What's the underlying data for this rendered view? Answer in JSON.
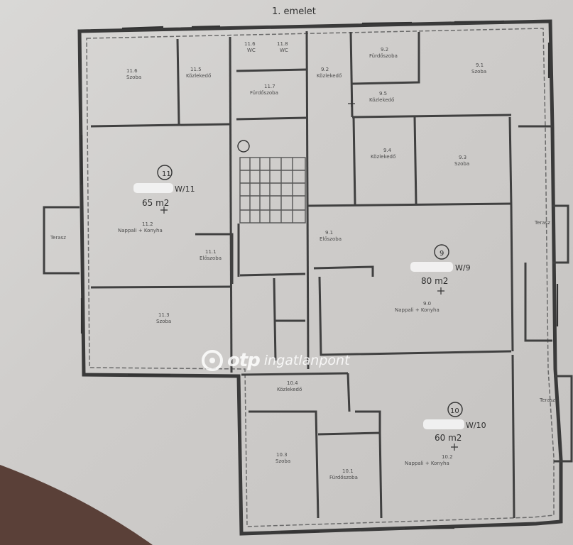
{
  "header": {
    "floor_title": "1. emelet"
  },
  "units": [
    {
      "number": "11",
      "code": "W/11",
      "area": "65 m2"
    },
    {
      "number": "9",
      "code": "W/9",
      "area": "80 m2"
    },
    {
      "number": "10",
      "code": "W/10",
      "area": "60 m2"
    }
  ],
  "rooms": [
    {
      "id": "11.6",
      "name": "Szoba"
    },
    {
      "id": "11.5",
      "name": "Közlekedő"
    },
    {
      "id": "11.6",
      "name": "WC"
    },
    {
      "id": "11.8",
      "name": "WC"
    },
    {
      "id": "11.7",
      "name": "Fürdőszoba"
    },
    {
      "id": "9.2",
      "name": "Közlekedő"
    },
    {
      "id": "9.2",
      "name": "Fürdőszoba"
    },
    {
      "id": "9.1",
      "name": "Szoba"
    },
    {
      "id": "9.5",
      "name": "Közlekedő"
    },
    {
      "id": "9.4",
      "name": "Közlekedő"
    },
    {
      "id": "9.3",
      "name": "Szoba"
    },
    {
      "id": "11.2",
      "name": "Nappali + Konyha"
    },
    {
      "id": "11.1",
      "name": "Előszoba"
    },
    {
      "id": "9.1",
      "name": "Előszoba"
    },
    {
      "id": "9.0",
      "name": "Nappali + Konyha"
    },
    {
      "id": "11.3",
      "name": "Szoba"
    },
    {
      "id": "10.4",
      "name": "Közlekedő"
    },
    {
      "id": "10.3",
      "name": "Szoba"
    },
    {
      "id": "10.1",
      "name": "Fürdőszoba"
    },
    {
      "id": "10.2",
      "name": "Nappali + Konyha"
    },
    {
      "id": "",
      "name": "Terasz"
    },
    {
      "id": "",
      "name": "Terasz"
    },
    {
      "id": "",
      "name": "Terasz"
    }
  ],
  "watermark": {
    "brand": "otp",
    "text": "ingatlanpont"
  },
  "colors": {
    "paper": "#d4d3d1",
    "line": "#3a3a3a",
    "watermark": "#ffffff"
  }
}
